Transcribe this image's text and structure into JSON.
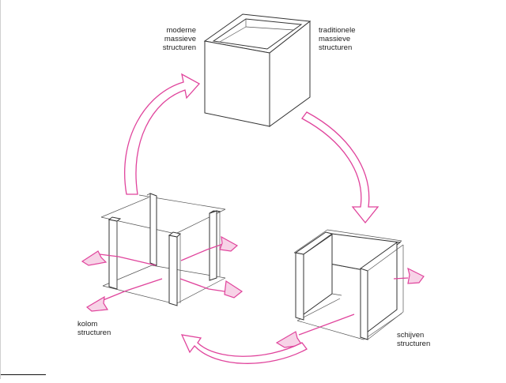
{
  "labels": {
    "modern": [
      "moderne",
      "massieve",
      "structuren"
    ],
    "traditional": [
      "traditionele",
      "massieve",
      "structuren"
    ],
    "kolom": [
      "kolom",
      "structuren"
    ],
    "schijven": [
      "schijven",
      "structuren"
    ]
  },
  "colors": {
    "arrow": "#e0449c",
    "line": "#333333",
    "bg": "#ffffff"
  }
}
